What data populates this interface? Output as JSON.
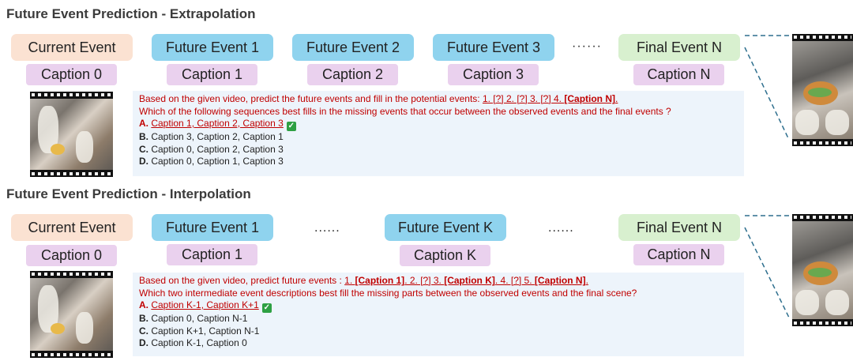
{
  "extrapolation": {
    "title": "Future Event Prediction - Extrapolation",
    "events": {
      "current": "Current Event",
      "future1": "Future Event 1",
      "future2": "Future Event 2",
      "future3": "Future Event 3",
      "dots": "······",
      "final": "Final Event N"
    },
    "captions": {
      "c0": "Caption 0",
      "c1": "Caption 1",
      "c2": "Caption 2",
      "c3": "Caption 3",
      "cn": "Caption N"
    },
    "question": {
      "line1_prefix": "Based on the given video, predict the future events and fill in the potential events: ",
      "line1_blanks": "1. [?] 2. [?] 3. [?] 4. ",
      "line1_bold": "[Caption N]",
      "line1_end": ".",
      "line2": "Which of the following sequences best fills in the missing events that occur between the observed events and the final events ?",
      "options": [
        {
          "letter": "A.",
          "text": "Caption 1,  Caption 2,  Caption 3",
          "correct": true
        },
        {
          "letter": "B.",
          "text": "Caption 3,  Caption 2,  Caption 1"
        },
        {
          "letter": "C.",
          "text": "Caption 0,  Caption 2,  Caption 3"
        },
        {
          "letter": "D.",
          "text": "Caption 0,  Caption 1,  Caption 3"
        }
      ]
    }
  },
  "interpolation": {
    "title": "Future Event Prediction - Interpolation",
    "events": {
      "current": "Current Event",
      "future1": "Future Event 1",
      "dots1": "......",
      "futurek": "Future Event K",
      "dots2": "......",
      "final": "Final Event N"
    },
    "captions": {
      "c0": "Caption 0",
      "c1": "Caption 1",
      "ck": "Caption K",
      "cn": "Caption N"
    },
    "question": {
      "seg1": "Based on the given video, predict future events : ",
      "seg2": "1. ",
      "seg3_bold": "[Caption 1]",
      "seg4": ". 2. [?] 3. ",
      "seg5_bold": "[Caption K]",
      "seg6": ". 4. [?] 5. ",
      "seg7_bold": "[Caption N]",
      "seg8": ".",
      "line2": "Which two intermediate event descriptions best fill the missing parts between the observed events and the final scene?",
      "options": [
        {
          "letter": "A.",
          "text": "Caption K-1,  Caption K+1",
          "correct": true
        },
        {
          "letter": "B.",
          "text": "Caption 0, Caption N-1"
        },
        {
          "letter": "C.",
          "text": "Caption K+1, Caption N-1"
        },
        {
          "letter": "D.",
          "text": "Caption K-1, Caption 0"
        }
      ]
    }
  },
  "checkmark": "✓"
}
